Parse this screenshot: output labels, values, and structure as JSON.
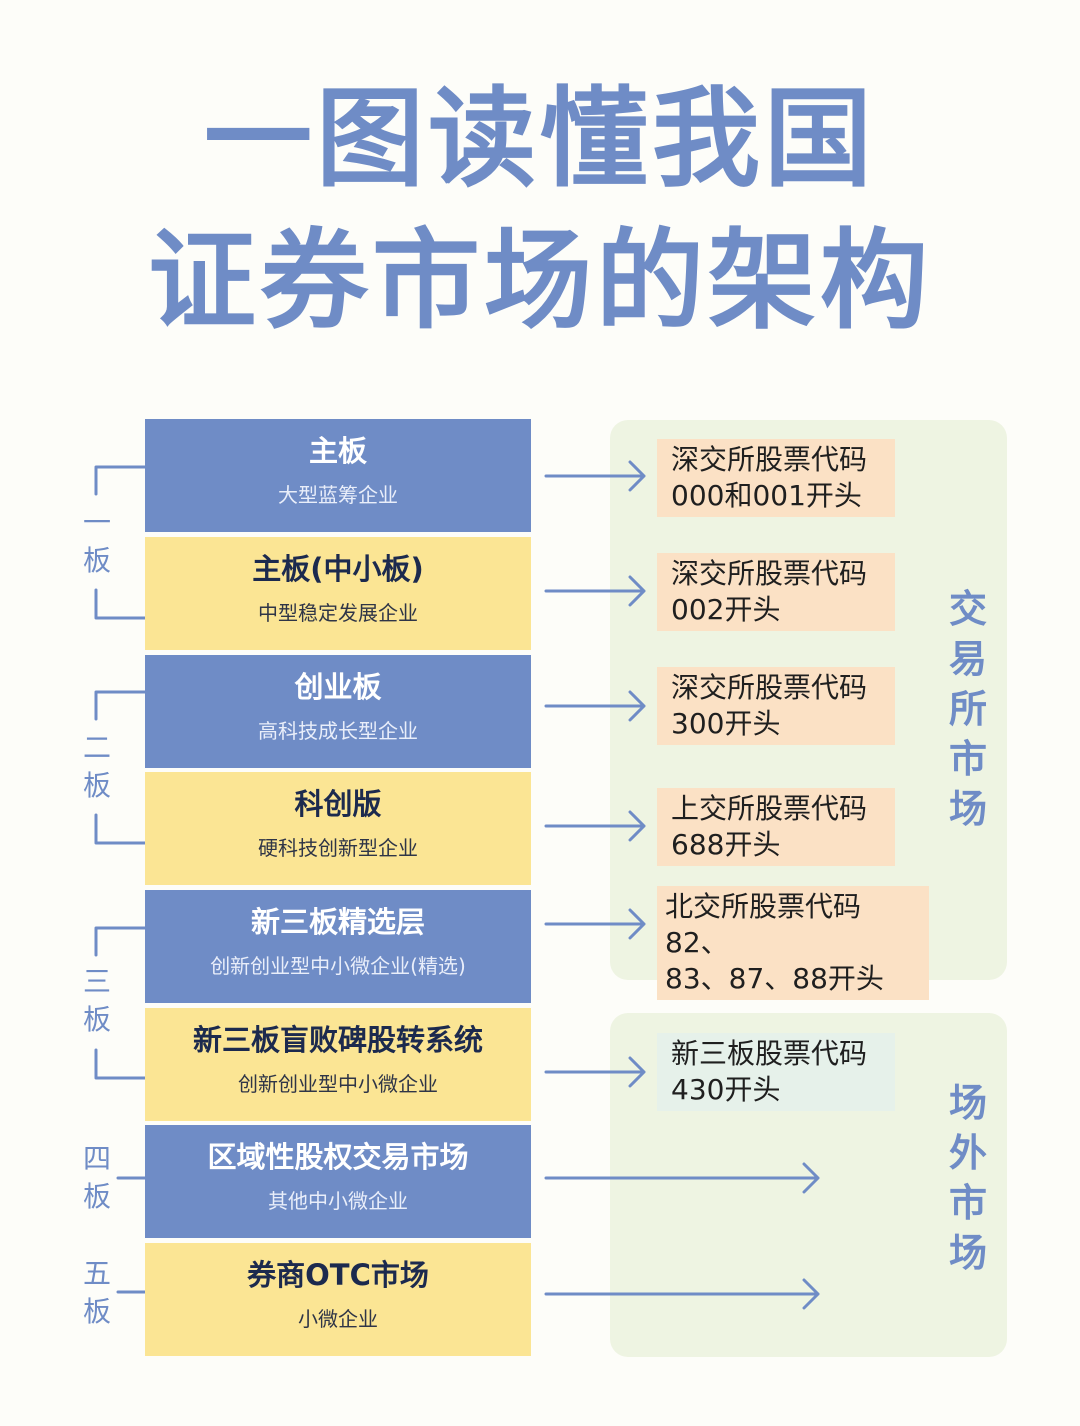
{
  "title": {
    "line1": "一图读懂我国",
    "line2": "证券市场的架构"
  },
  "tiers": [
    {
      "label": "一板"
    },
    {
      "label": "二板"
    },
    {
      "label": "三板"
    },
    {
      "label": "四板"
    },
    {
      "label": "五板"
    }
  ],
  "boards": [
    {
      "name": "主板",
      "desc": "大型蓝筹企业",
      "color": "blue"
    },
    {
      "name": "主板(中小板)",
      "desc": "中型稳定发展企业",
      "color": "yellow"
    },
    {
      "name": "创业板",
      "desc": "高科技成长型企业",
      "color": "blue"
    },
    {
      "name": "科创版",
      "desc": "硬科技创新型企业",
      "color": "yellow"
    },
    {
      "name": "新三板精选层",
      "desc": "创新创业型中小微企业(精选)",
      "color": "blue"
    },
    {
      "name": "新三板盲败碑股转系统",
      "desc": "创新创业型中小微企业",
      "color": "yellow"
    },
    {
      "name": "区域性股权交易市场",
      "desc": "其他中小微企业",
      "color": "blue"
    },
    {
      "name": "券商OTC市场",
      "desc": "小微企业",
      "color": "yellow"
    }
  ],
  "codes": [
    {
      "line1": "深交所股票代码",
      "line2": "000和001开头"
    },
    {
      "line1": "深交所股票代码",
      "line2": "002开头"
    },
    {
      "line1": "深交所股票代码",
      "line2": "300开头"
    },
    {
      "line1": "上交所股票代码",
      "line2": "688开头"
    },
    {
      "line1": "北交所股票代码82、",
      "line2": "83、87、88开头"
    },
    {
      "line1": "新三板股票代码",
      "line2": "430开头"
    }
  ],
  "markets": {
    "exchange": "交易所市场",
    "otc": "场外市场"
  },
  "colors": {
    "accent_blue": "#6f8cc6",
    "board_yellow": "#fbe594",
    "panel_green": "#eef4e2",
    "code_peach": "#fbe1c5",
    "code_mint": "#e6f1ea"
  }
}
